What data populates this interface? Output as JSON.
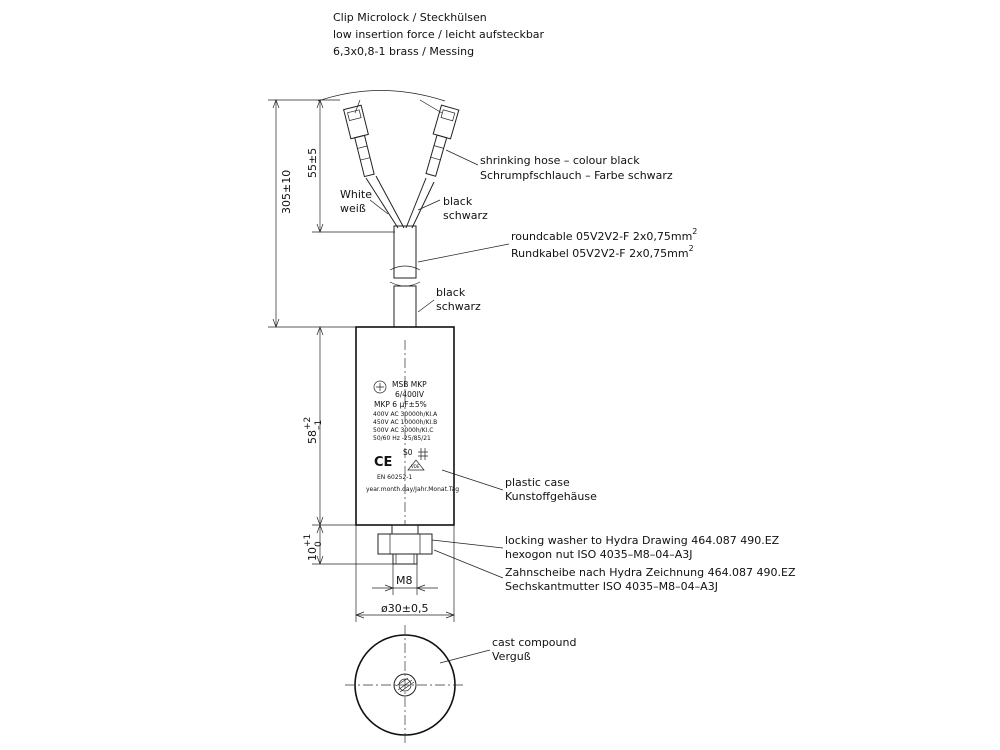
{
  "labels": {
    "clip": [
      "Clip Microlock / Steckhülsen",
      "low insertion force / leicht aufsteckbar",
      "6,3x0,8-1 brass / Messing"
    ],
    "shrink": [
      "shrinking hose – colour black",
      "Schrumpfschlauch – Farbe schwarz"
    ],
    "white": [
      "White",
      "weiß"
    ],
    "black_wire": [
      "black",
      "schwarz"
    ],
    "roundcable": [
      "roundcable 05V2V2-F 2x0,75mm",
      "Rundkabel 05V2V2-F 2x0,75mm"
    ],
    "superscript": "2",
    "black_cable": [
      "black",
      "schwarz"
    ],
    "plastic_case": [
      "plastic case",
      "Kunstoffgehäuse"
    ],
    "nut": [
      "locking washer to Hydra Drawing 464.087 490.EZ",
      "hexogon nut ISO 4035–M8–04–A3J",
      "Zahnscheibe nach Hydra Zeichnung 464.087 490.EZ",
      "Sechskantmutter ISO 4035–M8–04–A3J"
    ],
    "cast": [
      "cast compound",
      "Verguß"
    ]
  },
  "dims": {
    "total": "305±10",
    "clip": "55±5",
    "body_main": "58",
    "body_tol_up": "+2",
    "body_tol_down": "–1",
    "stud_main": "10",
    "stud_tol_up": "+1",
    "stud_tol_down": "0",
    "m8": "M8",
    "diameter": "ø30±0,5"
  },
  "cap_label": {
    "brand": "MSB MKP",
    "rating": "6/400IV",
    "cap": "MKP 6 µF±5%",
    "lines": [
      "400V AC 30000h/KI.A",
      "450V AC 10000h/KI.B",
      "500V AC 3000h/KI.C",
      "50/60 Hz -25/85/21"
    ],
    "ce": "CE",
    "s0": "S0",
    "vde": "VDE",
    "norm": "EN 60252-1",
    "date": "year.month.day/Jahr.Monat.Tag"
  }
}
